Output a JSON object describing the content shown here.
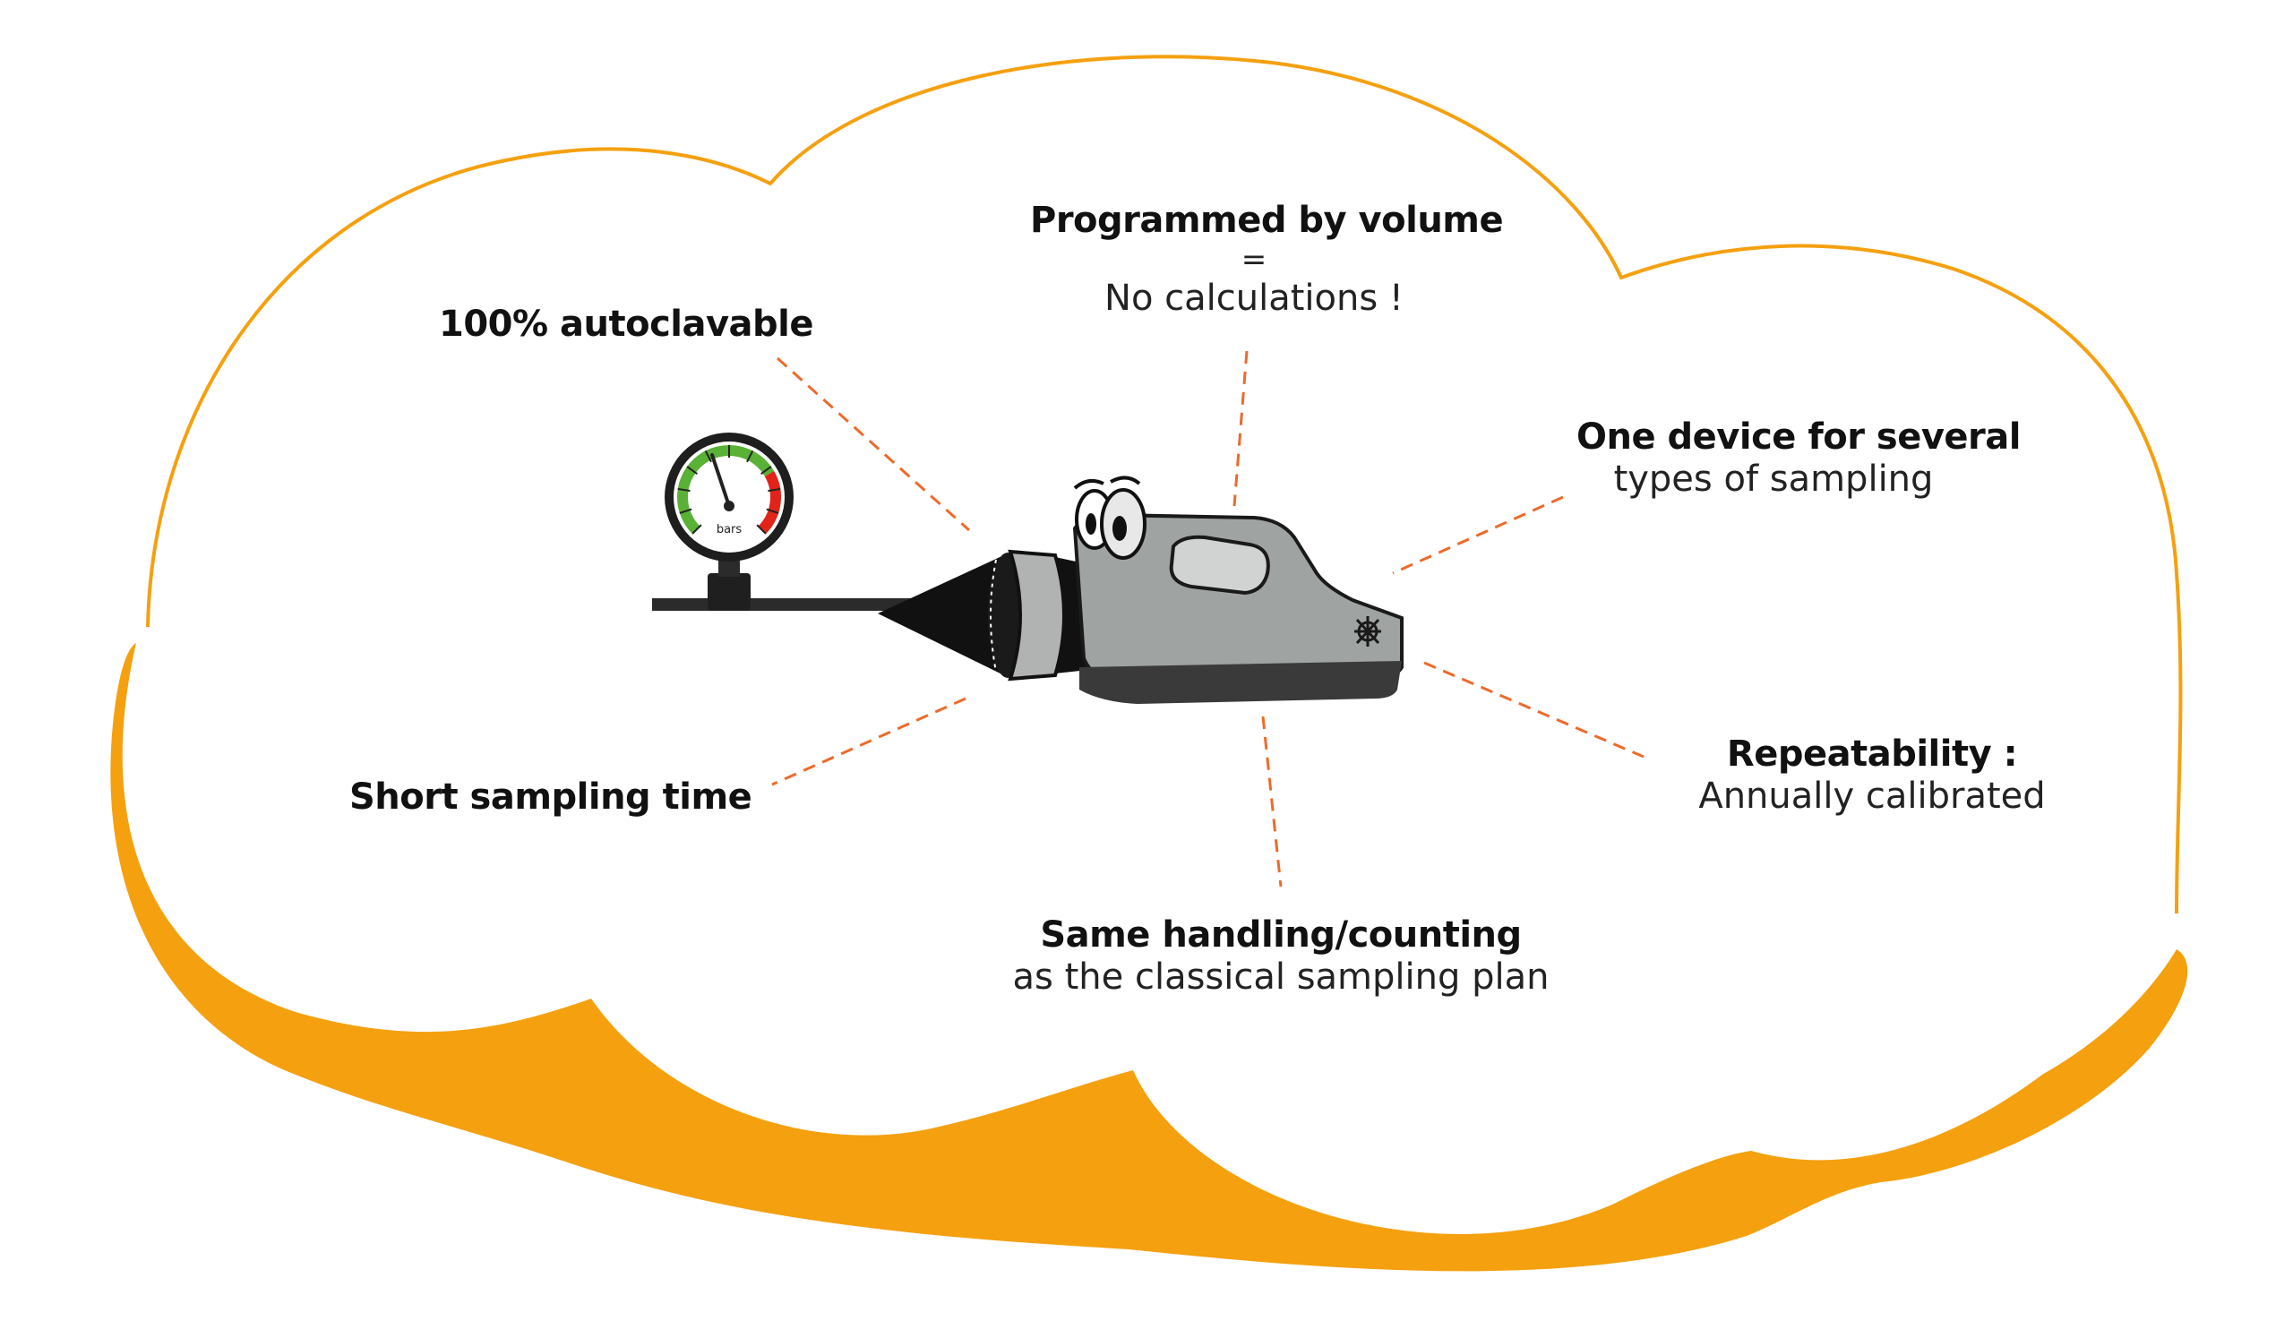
{
  "colors": {
    "accent": "#F5A00F",
    "connector": "#EE6A2A",
    "device_body": "#9FA3A1",
    "device_dark": "#3B3B3B",
    "gauge_green": "#59B136",
    "gauge_red": "#E2231A"
  },
  "features": {
    "autoclavable": {
      "title": "100% autoclavable"
    },
    "volume": {
      "title": "Programmed by volume",
      "equals": "=",
      "detail": "No calculations !"
    },
    "several": {
      "title": "One device for several",
      "detail": "types of sampling"
    },
    "repeatability": {
      "title": "Repeatability :",
      "detail": "Annually calibrated"
    },
    "handling": {
      "title": "Same handling/counting",
      "detail": "as the classical sampling plan"
    },
    "short_time": {
      "title": "Short sampling time"
    }
  },
  "gauge": {
    "unit_label": "bars",
    "icon": "pressure-gauge-icon"
  },
  "device": {
    "icon": "air-sampler-icon",
    "logo_icon": "bug-logo-icon"
  }
}
